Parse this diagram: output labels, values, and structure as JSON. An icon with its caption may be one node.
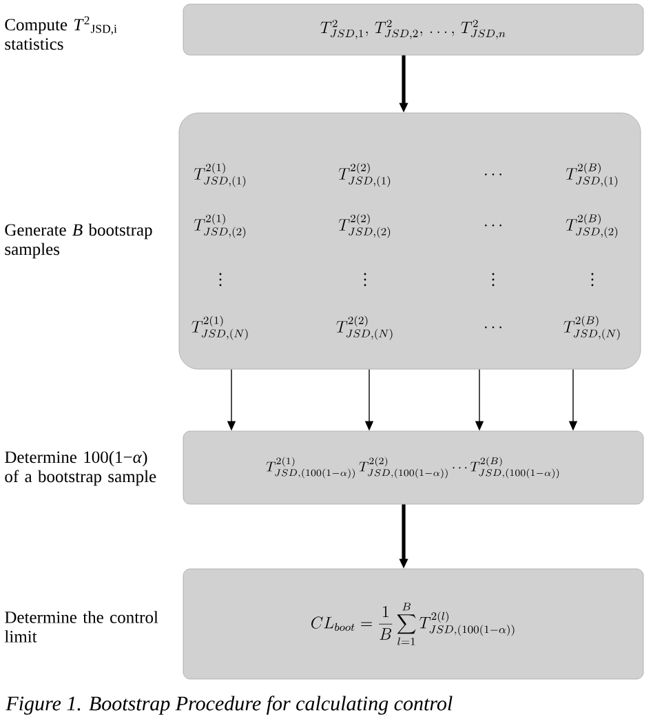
{
  "diagram": {
    "nodes": [
      {
        "text": [
          "T^{2}_{JSD,1},\\, T^{2}_{JSD,2},\\, \\dots,\\, T^{2}_{JSD,n}"
        ],
        "beside": [
          "Compute *T*$^{2}$$_{JSD,i}$ statistics"
        ]
      },
      {
        "text": [
          "T^{2(1)}_{JSD,(1)}",
          "T^{2(2)}_{JSD,(1)}",
          "\\cdots",
          "T^{2(B)}_{JSD,(1)}",
          "T^{2(1)}_{JSD,(2)}",
          "T^{2(2)}_{JSD,(2)}",
          "\\cdots",
          "T^{2(B)}_{JSD,(2)}",
          "\\vdots",
          "\\vdots",
          "\\vdots",
          "\\vdots",
          "T^{2(1)}_{JSD,(N)}",
          "T^{2(2)}_{JSD,(N)}",
          "\\cdots",
          "T^{2(B)}_{JSD,(N)}"
        ],
        "beside": [
          "Generate *B* bootstrap samples"
        ]
      },
      {
        "text": [
          "T^{2(1)}_{JSD,(100(1-\\alpha))}\\, T^{2(2)}_{JSD,(100(1-\\alpha))} \\cdots T^{2(B)}_{JSD,(100(1-\\alpha))}"
        ],
        "beside": [
          "Determine 100(1−*α*) of a bootstrap sample"
        ]
      },
      {
        "text": [
          "CL_{boot} = \\frac{1}{B}\\sum_{l=1}^{B} T^{2(l)}_{JSD,(100(1-\\alpha))}"
        ],
        "beside": [
          "Determine the control limit"
        ]
      }
    ],
    "edges": [
      {
        "from": 0,
        "to": 1,
        "arrow": "to",
        "style": "thick"
      },
      {
        "from": 1,
        "to": 2,
        "arrow": "to"
      },
      {
        "from": 1,
        "to": 2,
        "arrow": "to"
      },
      {
        "from": 1,
        "to": 2,
        "arrow": "to"
      },
      {
        "from": 1,
        "to": 2,
        "arrow": "to"
      },
      {
        "from": 2,
        "to": 3,
        "arrow": "to",
        "style": "thick"
      }
    ],
    "caption": "Figure 1. Bootstrap Procedure for calculating control"
  }
}
